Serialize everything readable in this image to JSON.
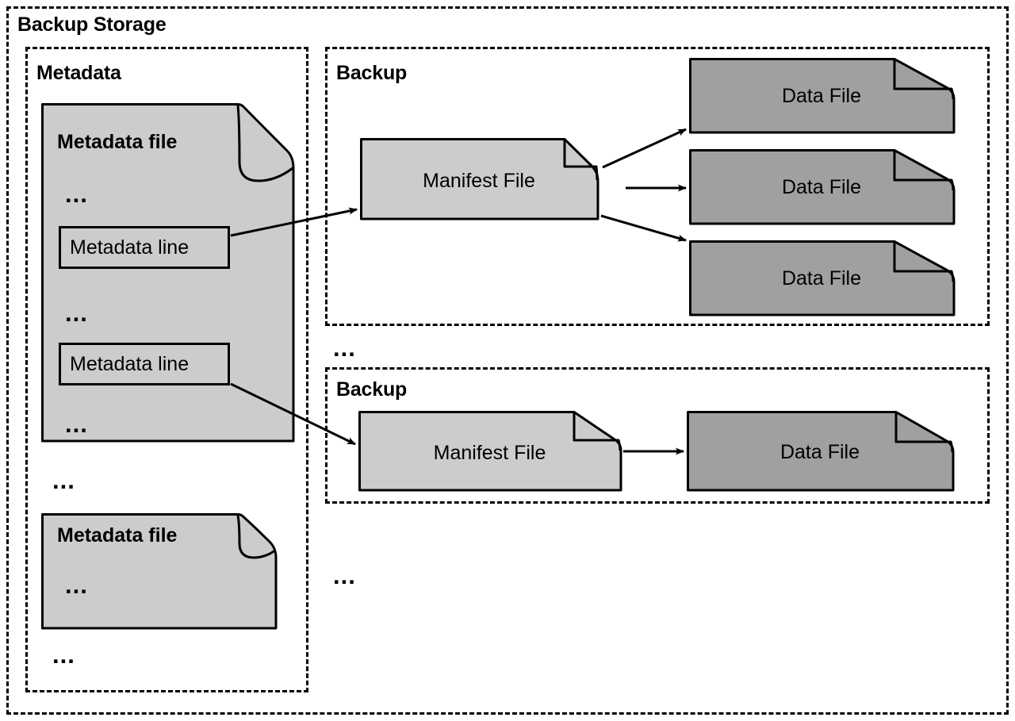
{
  "diagram": {
    "title": "Backup Storage",
    "colors": {
      "outline": "#000000",
      "light_fill": "#cccccc",
      "dark_fill": "#a0a0a0",
      "background": "#ffffff"
    },
    "ellipsis_glyph": "..."
  },
  "metadata_section": {
    "title": "Metadata",
    "file1": {
      "label": "Metadata file",
      "ellipsis_1": "...",
      "line1": "Metadata line",
      "ellipsis_2": "...",
      "line2": "Metadata line",
      "ellipsis_3": "..."
    },
    "ellipsis_between_files": "...",
    "file2": {
      "label": "Metadata file",
      "ellipsis_1": "..."
    },
    "ellipsis_after_files": "..."
  },
  "backup_section_1": {
    "title": "Backup",
    "manifest": {
      "label": "Manifest File"
    },
    "data_files": [
      {
        "label": "Data File"
      },
      {
        "label": "Data File"
      },
      {
        "label": "Data File"
      }
    ]
  },
  "ellipsis_between_backups": "...",
  "backup_section_2": {
    "title": "Backup",
    "manifest": {
      "label": "Manifest File"
    },
    "data_files": [
      {
        "label": "Data File"
      }
    ]
  },
  "ellipsis_after_backups": "..."
}
